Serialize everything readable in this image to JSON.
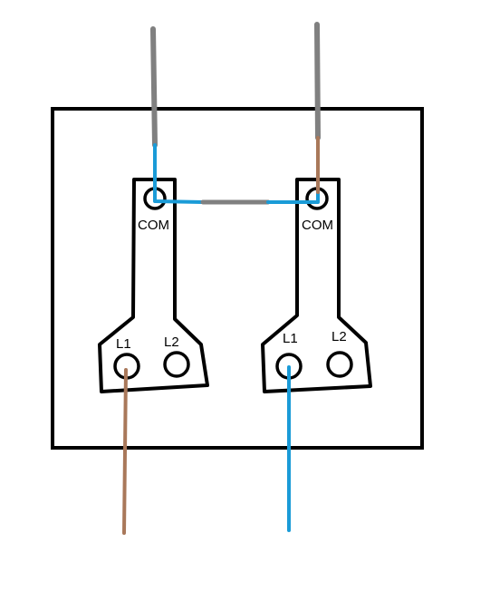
{
  "colors": {
    "outline": "#000000",
    "background": "#ffffff",
    "neutral_wire": "#1a9bd7",
    "live_wire": "#a9785a",
    "earth_sleeve": "#808080"
  },
  "switch_left": {
    "com_label": "COM",
    "l1_label": "L1",
    "l2_label": "L2"
  },
  "switch_right": {
    "com_label": "COM",
    "l1_label": "L1",
    "l2_label": "L2"
  }
}
